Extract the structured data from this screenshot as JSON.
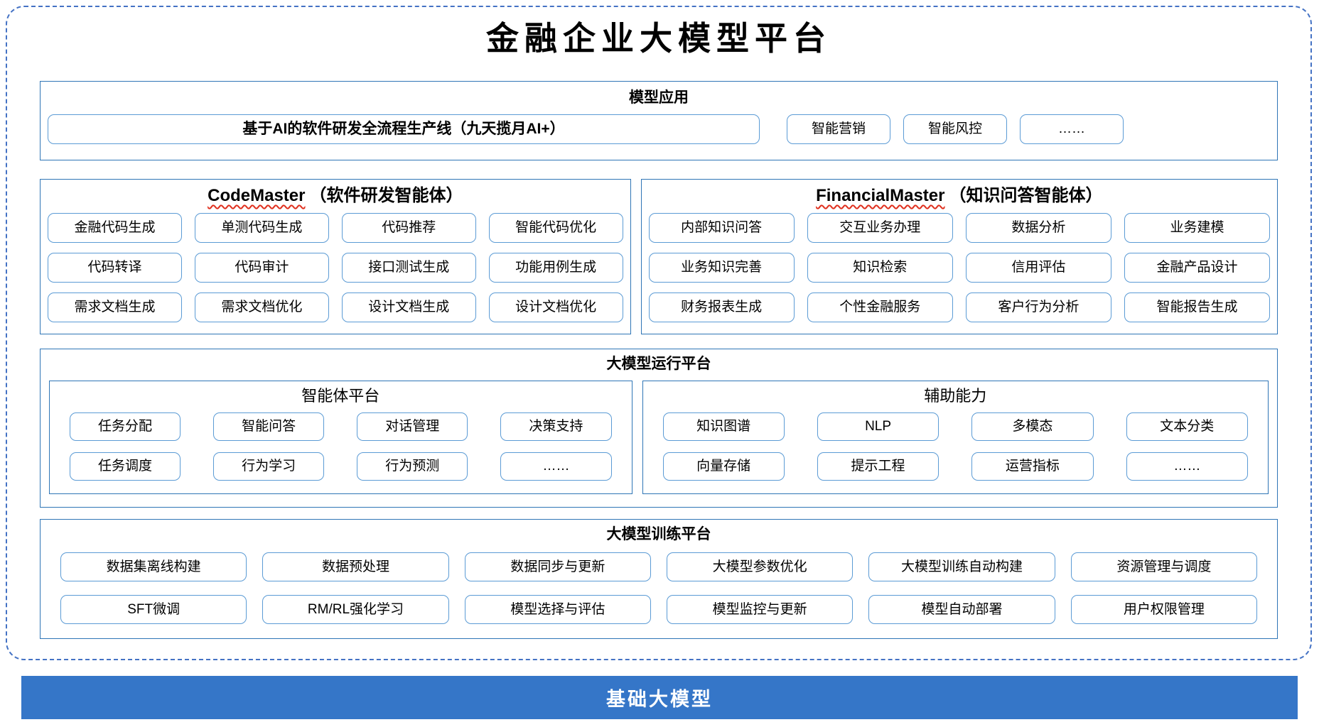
{
  "title": "金融企业大模型平台",
  "colors": {
    "outer_dashed_border": "#4472c4",
    "section_border": "#2e75b6",
    "item_box_border": "#5b9bd5",
    "foundation_bar_fill": "#3576c8",
    "foundation_bar_text": "#ffffff",
    "spellcheck_underline": "#e0301e"
  },
  "sections": {
    "model_app": {
      "header": "模型应用",
      "main_item": "基于AI的软件研发全流程生产线（九天揽月AI+）",
      "items": [
        "智能营销",
        "智能风控",
        "……"
      ]
    },
    "code_master": {
      "header_en": "CodeMaster",
      "header_zh": "（软件研发智能体）",
      "items": [
        [
          "金融代码生成",
          "单测代码生成",
          "代码推荐",
          "智能代码优化"
        ],
        [
          "代码转译",
          "代码审计",
          "接口测试生成",
          "功能用例生成"
        ],
        [
          "需求文档生成",
          "需求文档优化",
          "设计文档生成",
          "设计文档优化"
        ]
      ]
    },
    "financial_master": {
      "header_en": "FinancialMaster",
      "header_zh": "（知识问答智能体）",
      "items": [
        [
          "内部知识问答",
          "交互业务办理",
          "数据分析",
          "业务建模"
        ],
        [
          "业务知识完善",
          "知识检索",
          "信用评估",
          "金融产品设计"
        ],
        [
          "财务报表生成",
          "个性金融服务",
          "客户行为分析",
          "智能报告生成"
        ]
      ]
    },
    "runtime": {
      "header": "大模型运行平台",
      "agent_platform": {
        "header": "智能体平台",
        "items": [
          [
            "任务分配",
            "智能问答",
            "对话管理",
            "决策支持"
          ],
          [
            "任务调度",
            "行为学习",
            "行为预测",
            "……"
          ]
        ]
      },
      "aux": {
        "header": "辅助能力",
        "items": [
          [
            "知识图谱",
            "NLP",
            "多模态",
            "文本分类"
          ],
          [
            "向量存储",
            "提示工程",
            "运营指标",
            "……"
          ]
        ]
      }
    },
    "training": {
      "header": "大模型训练平台",
      "items": [
        [
          "数据集离线构建",
          "数据预处理",
          "数据同步与更新",
          "大模型参数优化",
          "大模型训练自动构建",
          "资源管理与调度"
        ],
        [
          "SFT微调",
          "RM/RL强化学习",
          "模型选择与评估",
          "模型监控与更新",
          "模型自动部署",
          "用户权限管理"
        ]
      ]
    },
    "foundation": {
      "label": "基础大模型"
    }
  }
}
